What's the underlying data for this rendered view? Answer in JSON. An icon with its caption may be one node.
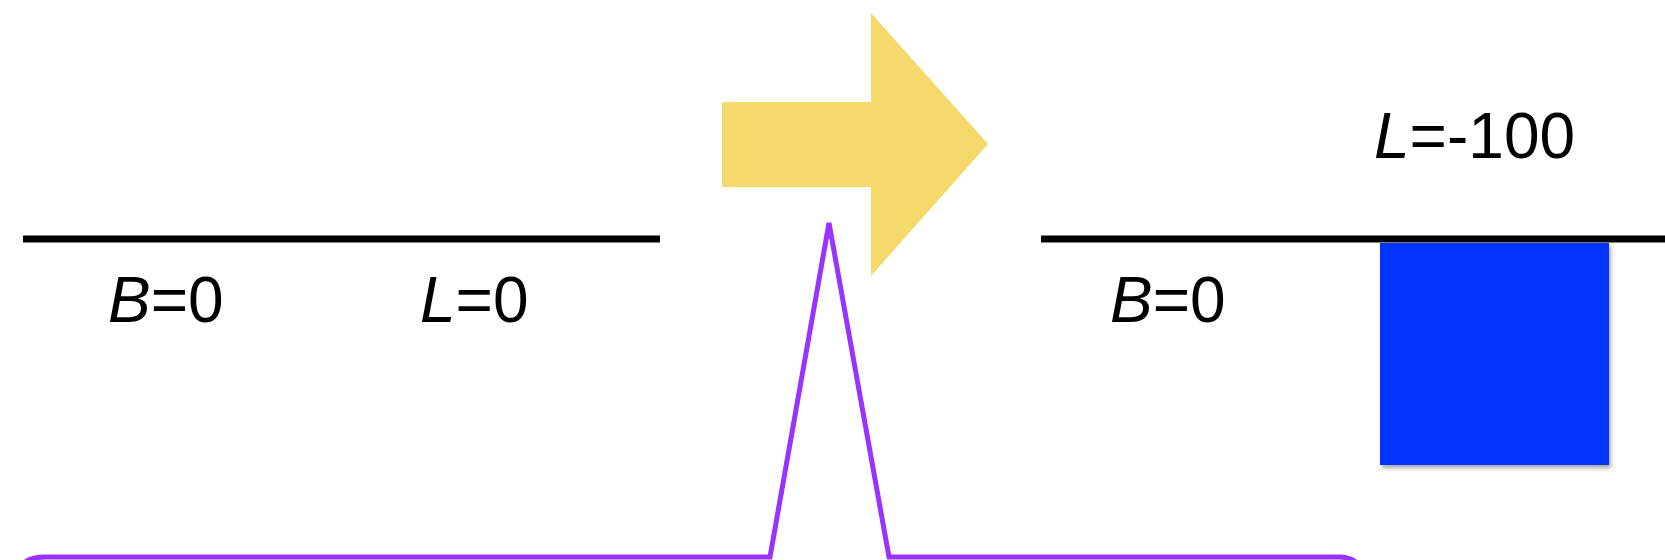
{
  "diagram": {
    "nodes": [
      {
        "text": [],
        "shape": "box"
      }
    ],
    "labels": [
      "*B*=0",
      "*L*=0",
      "*L*=-100",
      "*B*=0"
    ]
  }
}
